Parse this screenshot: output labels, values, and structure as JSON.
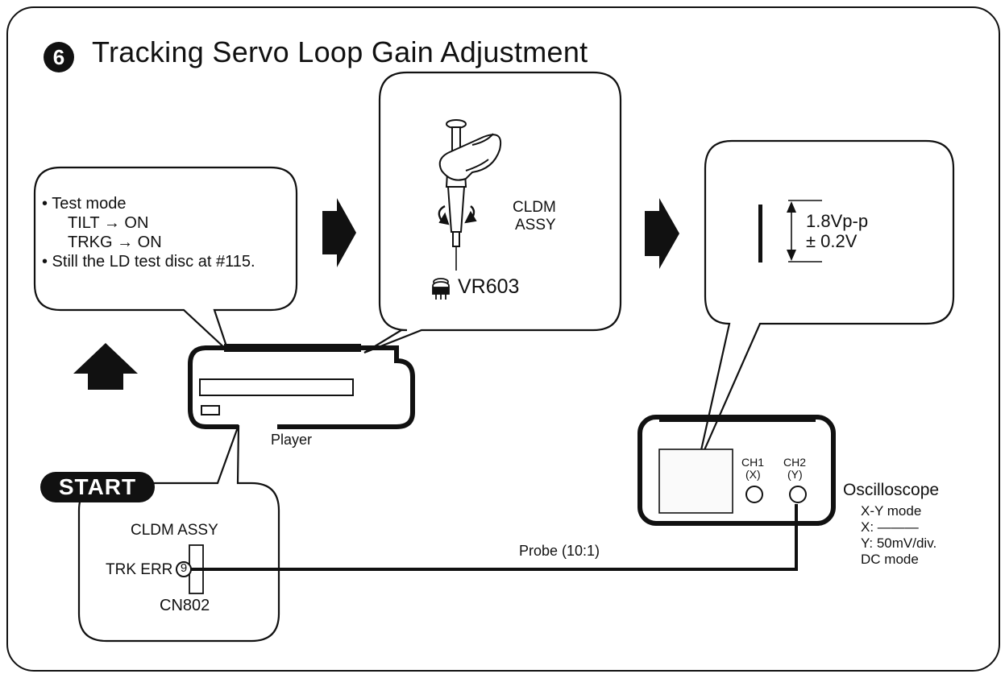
{
  "title": {
    "number": "6",
    "text": "Tracking Servo Loop Gain Adjustment"
  },
  "test_bubble": {
    "lines": [
      "• Test mode",
      "TILT   → ON",
      "TRKG  → ON",
      "• Still the LD test disc at #115."
    ]
  },
  "adjust_bubble": {
    "board_line1": "CLDM",
    "board_line2": "ASSY",
    "control": "VR603"
  },
  "scope_bubble": {
    "amplitude": "1.8Vp-p",
    "tolerance": "± 0.2V"
  },
  "player": {
    "label": "Player"
  },
  "start": {
    "badge": "START",
    "board": "CLDM ASSY",
    "signal": "TRK ERR",
    "pin": "9",
    "connector": "CN802"
  },
  "probe": {
    "label": "Probe (10:1)"
  },
  "oscilloscope": {
    "ch1_line1": "CH1",
    "ch1_line2": "(X)",
    "ch2_line1": "CH2",
    "ch2_line2": "(Y)",
    "name": "Oscilloscope",
    "mode": "X-Y mode",
    "x_setting": "X: ———",
    "y_setting": "Y: 50mV/div.",
    "coupling": "DC mode"
  }
}
